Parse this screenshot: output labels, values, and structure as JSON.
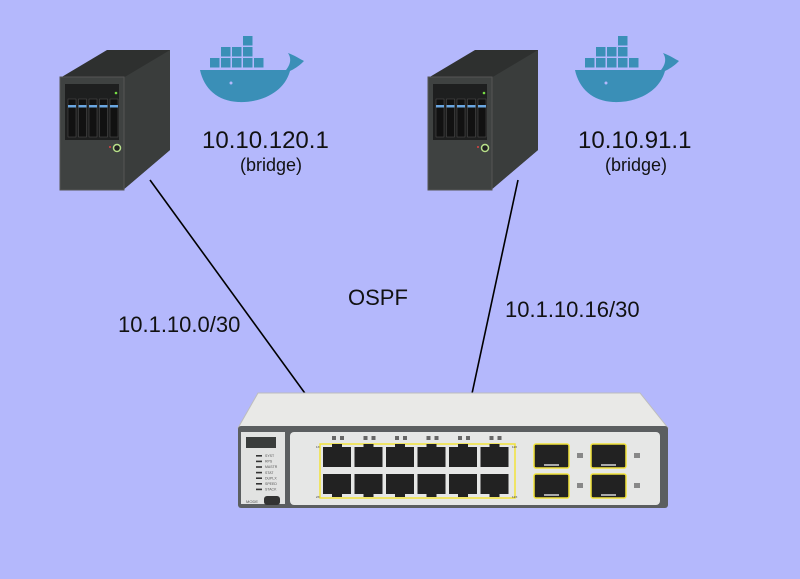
{
  "diagram": {
    "background_color": "#b4b8fc",
    "protocol_label": "OSPF",
    "hosts": [
      {
        "name": "host-left",
        "ip": "10.10.120.1",
        "mode": "(bridge)",
        "link_subnet": "10.1.10.0/30",
        "icon": "docker-whale-icon"
      },
      {
        "name": "host-right",
        "ip": "10.10.91.1",
        "mode": "(bridge)",
        "link_subnet": "10.1.10.16/30",
        "icon": "docker-whale-icon"
      }
    ],
    "switch": {
      "ethernet_ports": 12,
      "sfp_ports": 4,
      "led_labels": [
        "SYST",
        "RPS",
        "MASTR",
        "STAT",
        "DUPLX",
        "SPEED",
        "STACK"
      ],
      "mode_label": "MODE",
      "port_labels": [
        "1X",
        "11X",
        "2X",
        "12X"
      ]
    },
    "colors": {
      "docker": "#3a8fb7",
      "server": "#3a3d3c",
      "highlight": "#f2e33a"
    }
  }
}
